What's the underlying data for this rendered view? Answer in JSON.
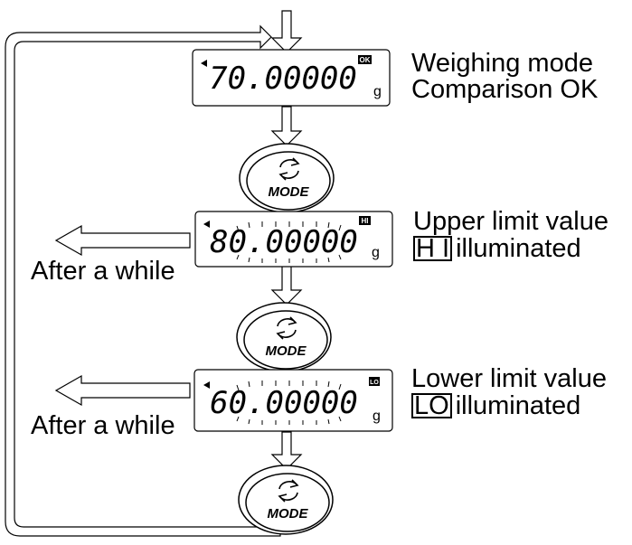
{
  "displays": [
    {
      "reading": "70.00000",
      "unit": "g",
      "indicator": "OK"
    },
    {
      "reading": "80.00000",
      "unit": "g",
      "indicator": "HI"
    },
    {
      "reading": "60.00000",
      "unit": "g",
      "indicator": "LO"
    }
  ],
  "buttons": [
    {
      "label": "MODE"
    },
    {
      "label": "MODE"
    },
    {
      "label": "MODE"
    }
  ],
  "labels": {
    "weighing_line1": "Weighing mode",
    "weighing_line2": "Comparison OK",
    "upper_line1": "Upper limit value",
    "upper_box": "H I",
    "upper_rest": "illuminated",
    "lower_line1": "Lower limit value",
    "lower_box": "LO",
    "lower_rest": "illuminated",
    "after_while_1": "After a while",
    "after_while_2": "After a while"
  },
  "icons": [
    "down-arrow-icon",
    "left-arrow-icon",
    "return-loop-arrow-icon",
    "mode-cycle-icon",
    "stable-mark-icon"
  ]
}
